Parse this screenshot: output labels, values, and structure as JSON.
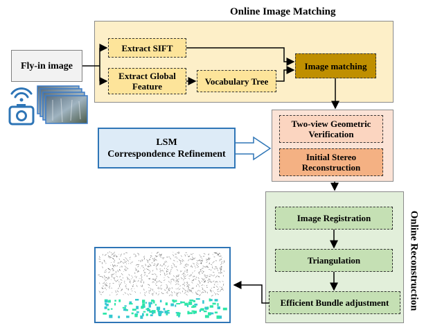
{
  "titles": {
    "online_image_matching": "Online Image Matching",
    "online_reconstruction": "Online Reconstruction"
  },
  "nodes": {
    "fly_in_image": "Fly-in image",
    "extract_sift": "Extract SIFT",
    "extract_global_feature": "Extract Global Feature",
    "vocabulary_tree": "Vocabulary Tree",
    "image_matching": "Image matching",
    "two_view_verification": "Two-view Geometric Verification",
    "initial_stereo": "Initial Stereo Reconstruction",
    "lsm_line1": "LSM",
    "lsm_line2": "Correspondence Refinement",
    "image_registration": "Image Registration",
    "triangulation": "Triangulation",
    "bundle_adjustment": "Efficient Bundle adjustment"
  },
  "icons": [
    "wifi-camera-icon",
    "image-stack-icon",
    "point-cloud-image"
  ],
  "colors": {
    "matching_panel": "#fdefc8",
    "verification_panel": "#fbe3d6",
    "reconstruction_panel": "#e2efda",
    "light_yellow_box": "#fde49a",
    "image_matching_box": "#bf8f00",
    "two_view_box": "#fbd5c0",
    "stereo_box": "#f4b183",
    "lsm_box": "#ddebf7",
    "recon_box": "#c5e0b4",
    "camera_icon": "#2e75b6"
  }
}
